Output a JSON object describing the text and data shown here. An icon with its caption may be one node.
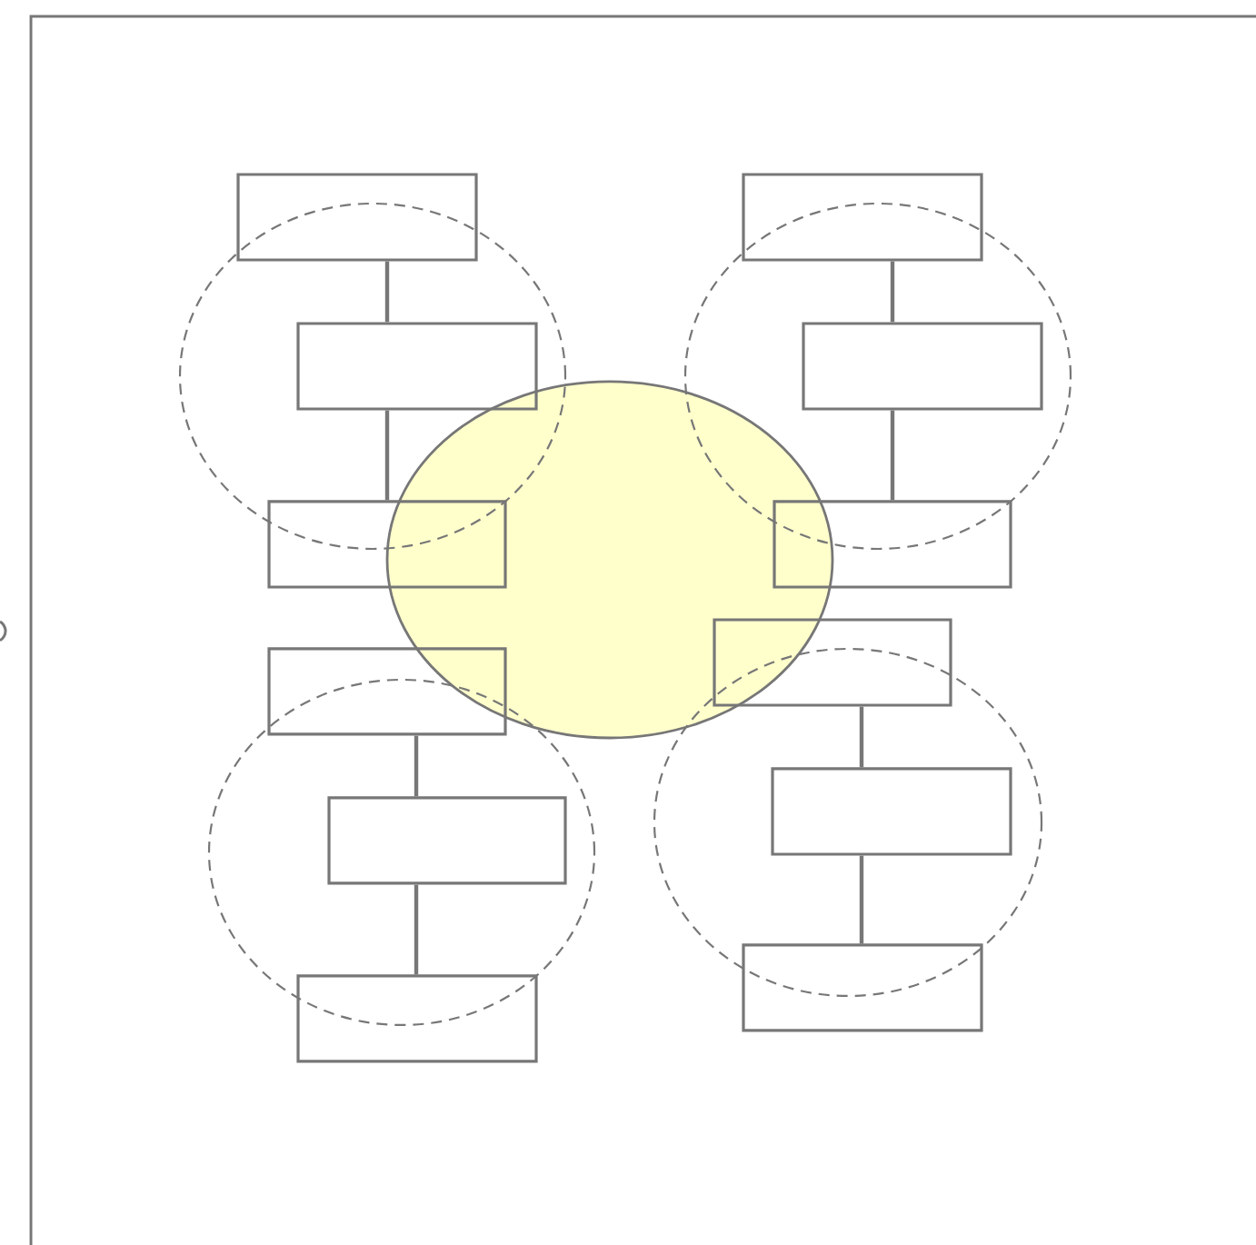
{
  "diagram": {
    "nodes": [
      {
        "text": [],
        "shape": "box"
      },
      {
        "text": [],
        "shape": "box"
      },
      {
        "text": [],
        "shape": "circle"
      },
      {
        "text": [],
        "shape": "circle"
      },
      {
        "text": [],
        "shape": "box",
        "in": 2
      },
      {
        "text": [],
        "shape": "box",
        "in": 3
      },
      {
        "text": [],
        "shape": "ellipse"
      },
      {
        "text": [],
        "shape": "box"
      },
      {
        "text": [],
        "shape": "box"
      },
      {
        "text": [],
        "shape": "box"
      },
      {
        "text": [],
        "shape": "box"
      },
      {
        "text": [],
        "shape": "circle"
      },
      {
        "text": [],
        "shape": "circle"
      },
      {
        "text": [],
        "shape": "box",
        "in": 11
      },
      {
        "text": [],
        "shape": "box",
        "in": 12
      },
      {
        "text": [],
        "shape": "box"
      },
      {
        "text": [],
        "shape": "box"
      }
    ],
    "edges": [
      {
        "from": 0,
        "to": 4,
        "arrow": "none"
      },
      {
        "from": 4,
        "to": 7,
        "arrow": "none"
      },
      {
        "from": 1,
        "to": 5,
        "arrow": "none"
      },
      {
        "from": 5,
        "to": 8,
        "arrow": "none"
      },
      {
        "from": 9,
        "to": 13,
        "arrow": "none"
      },
      {
        "from": 13,
        "to": 15,
        "arrow": "none"
      },
      {
        "from": 10,
        "to": 14,
        "arrow": "none"
      },
      {
        "from": 14,
        "to": 16,
        "arrow": "none"
      }
    ]
  }
}
